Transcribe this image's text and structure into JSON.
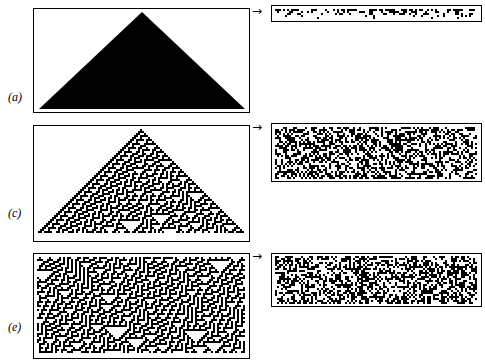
{
  "diagram": {
    "labels": [
      "→",
      "(a)",
      "→",
      "(c)",
      "→",
      "(e)"
    ]
  }
}
